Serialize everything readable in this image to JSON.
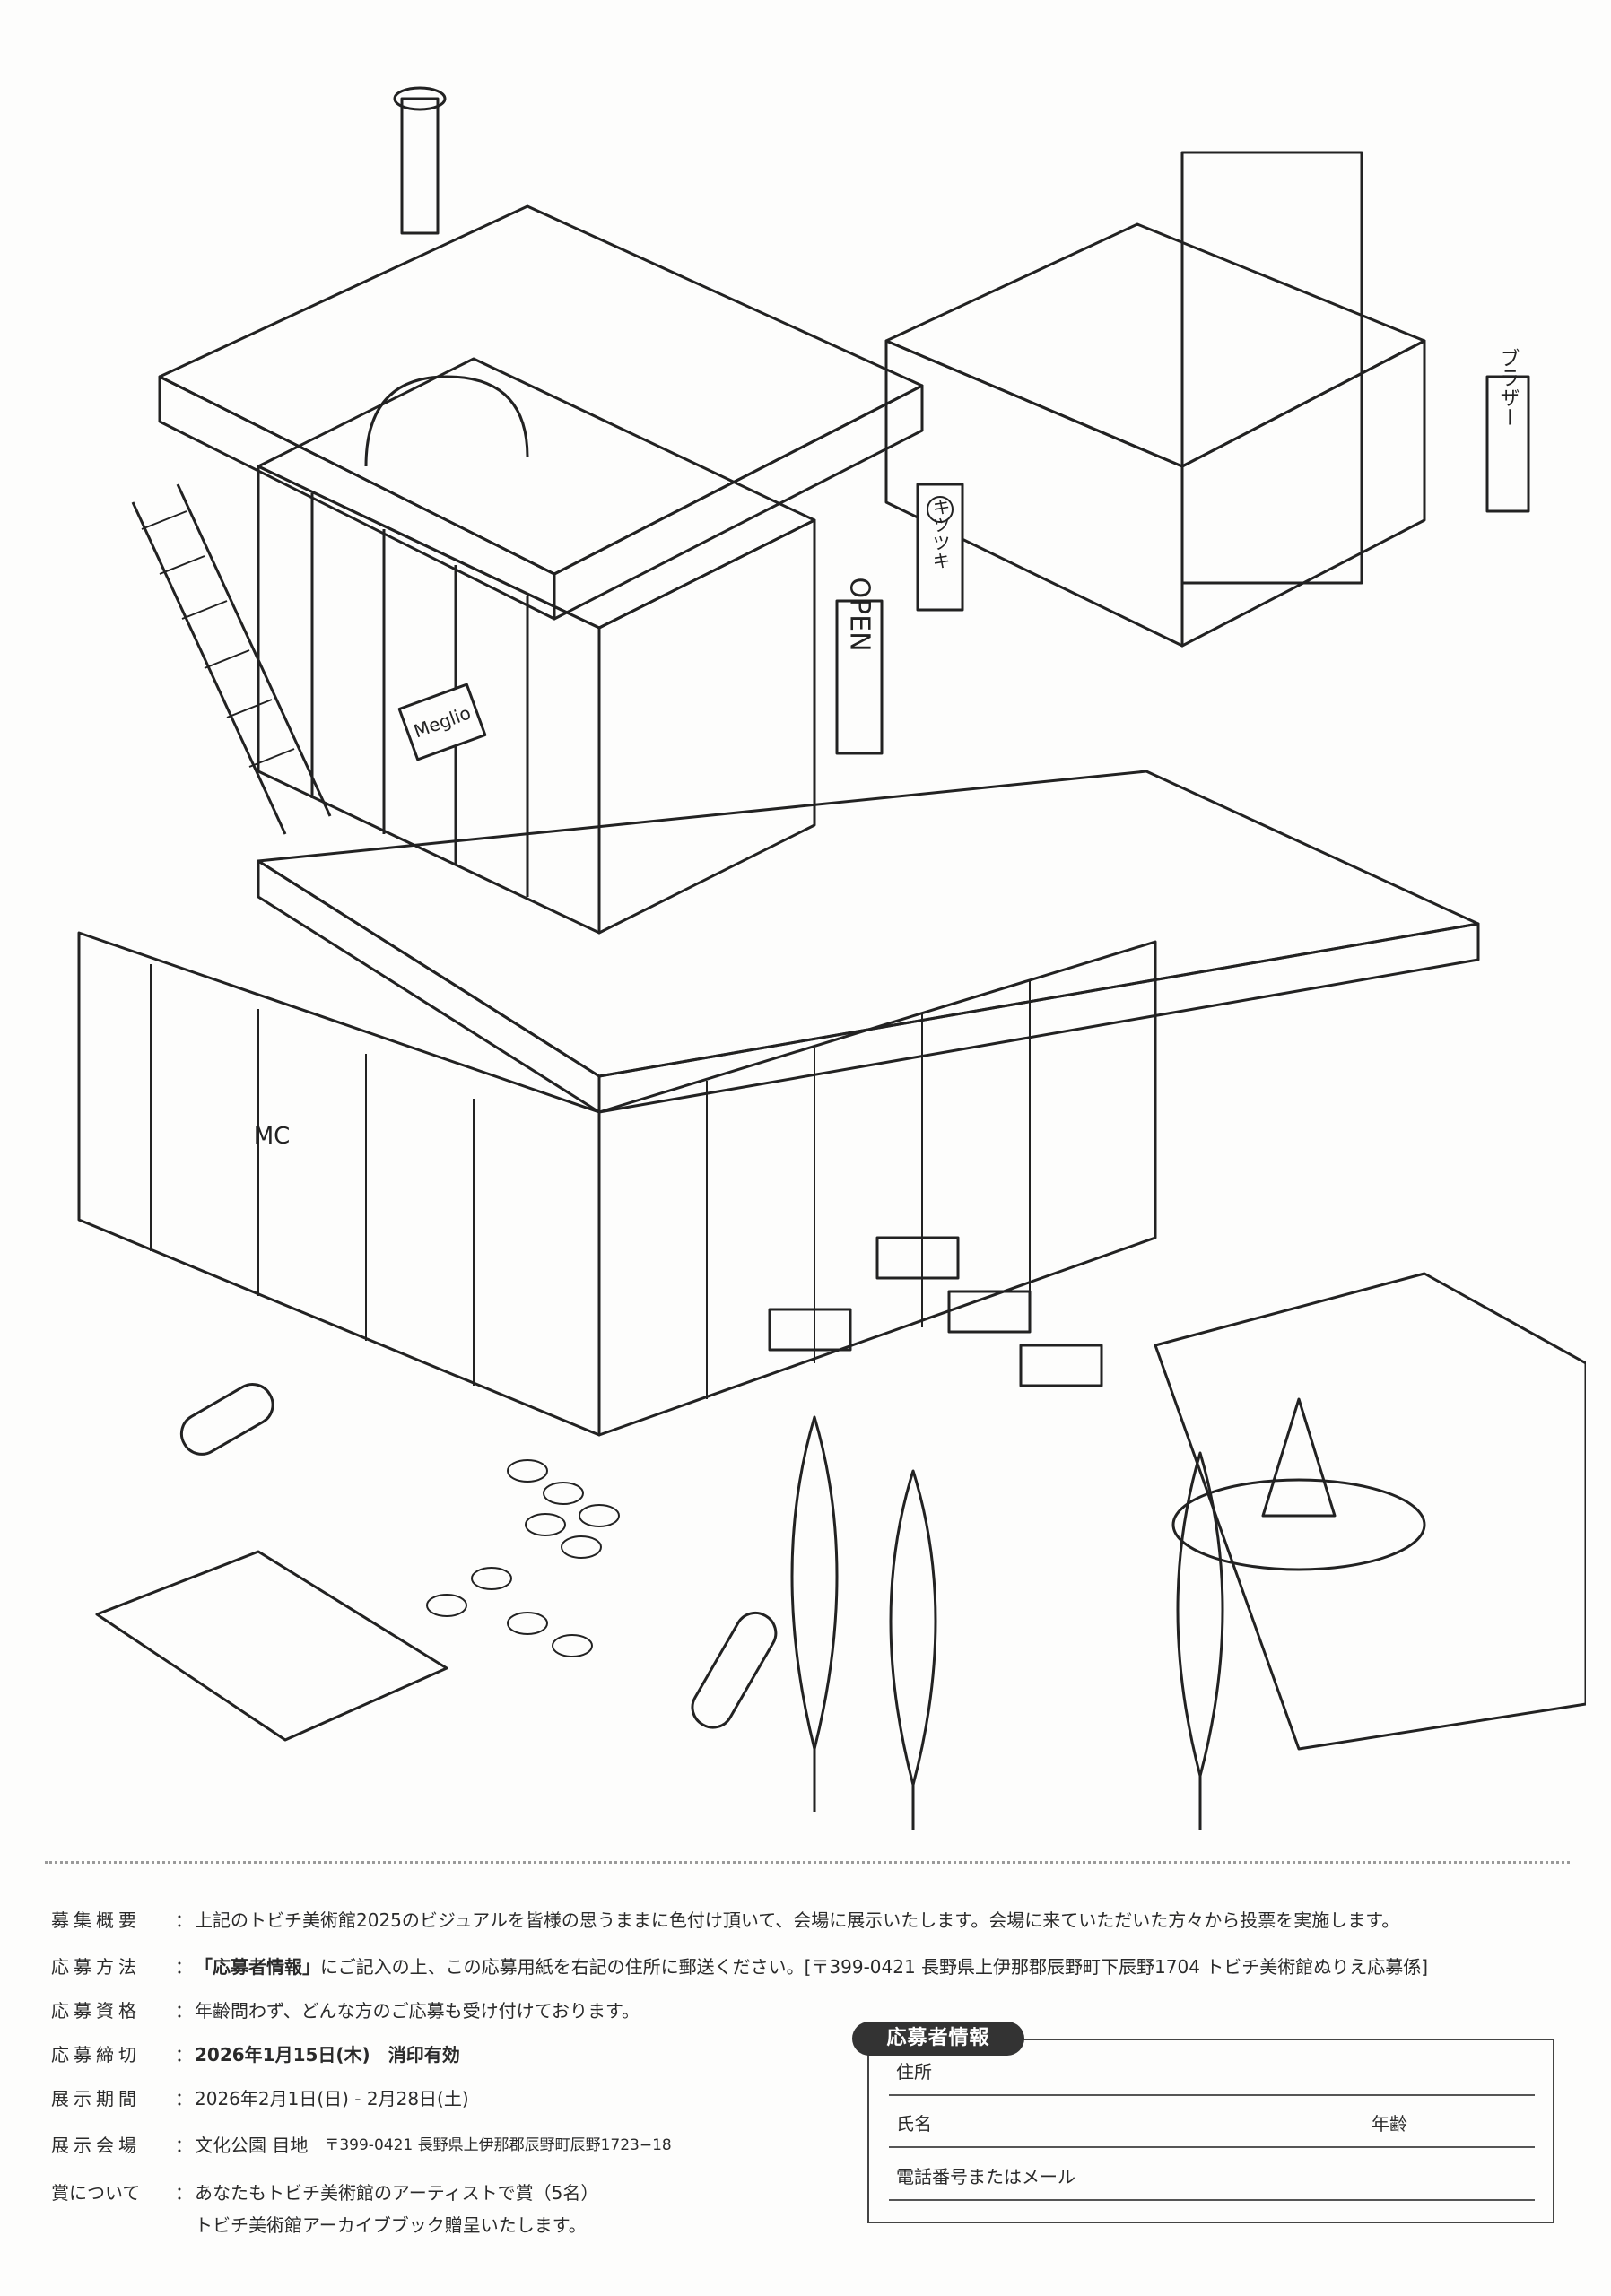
{
  "illustration": {
    "signs": [
      "OPEN",
      "Meglio",
      "キツツキ",
      "ブラザー",
      "MC"
    ]
  },
  "rows": [
    {
      "label": "募集概要",
      "value": "上記のトビチ美術館2025のビジュアルを皆様の思うままに色付け頂いて、会場に展示いたします。会場に来ていただいた方々から投票を実施します。"
    },
    {
      "label": "応募方法",
      "value_bold": "「応募者情報」",
      "value": "にご記入の上、この応募用紙を右記の住所に郵送ください。[〒399-0421 長野県上伊那郡辰野町下辰野1704 トビチ美術館ぬりえ応募係]"
    },
    {
      "label": "応募資格",
      "value": "年齢問わず、どんな方のご応募も受け付けております。"
    },
    {
      "label": "応募締切",
      "value_bold": "2026年1月15日(木)　消印有効"
    },
    {
      "label": "展示期間",
      "value": "2026年2月1日(日) - 2月28日(土)"
    },
    {
      "label": "展示会場",
      "value": "文化公園 目地",
      "address": "〒399-0421 長野県上伊那郡辰野町辰野1723−18"
    },
    {
      "label": "賞について",
      "value": "あなたもトビチ美術館のアーティストで賞（5名）",
      "value2": "トビチ美術館アーカイブブック贈呈いたします。"
    }
  ],
  "colon": "：",
  "form": {
    "title": "応募者情報",
    "address": "住所",
    "name": "氏名",
    "age": "年齢",
    "contact": "電話番号またはメール"
  }
}
